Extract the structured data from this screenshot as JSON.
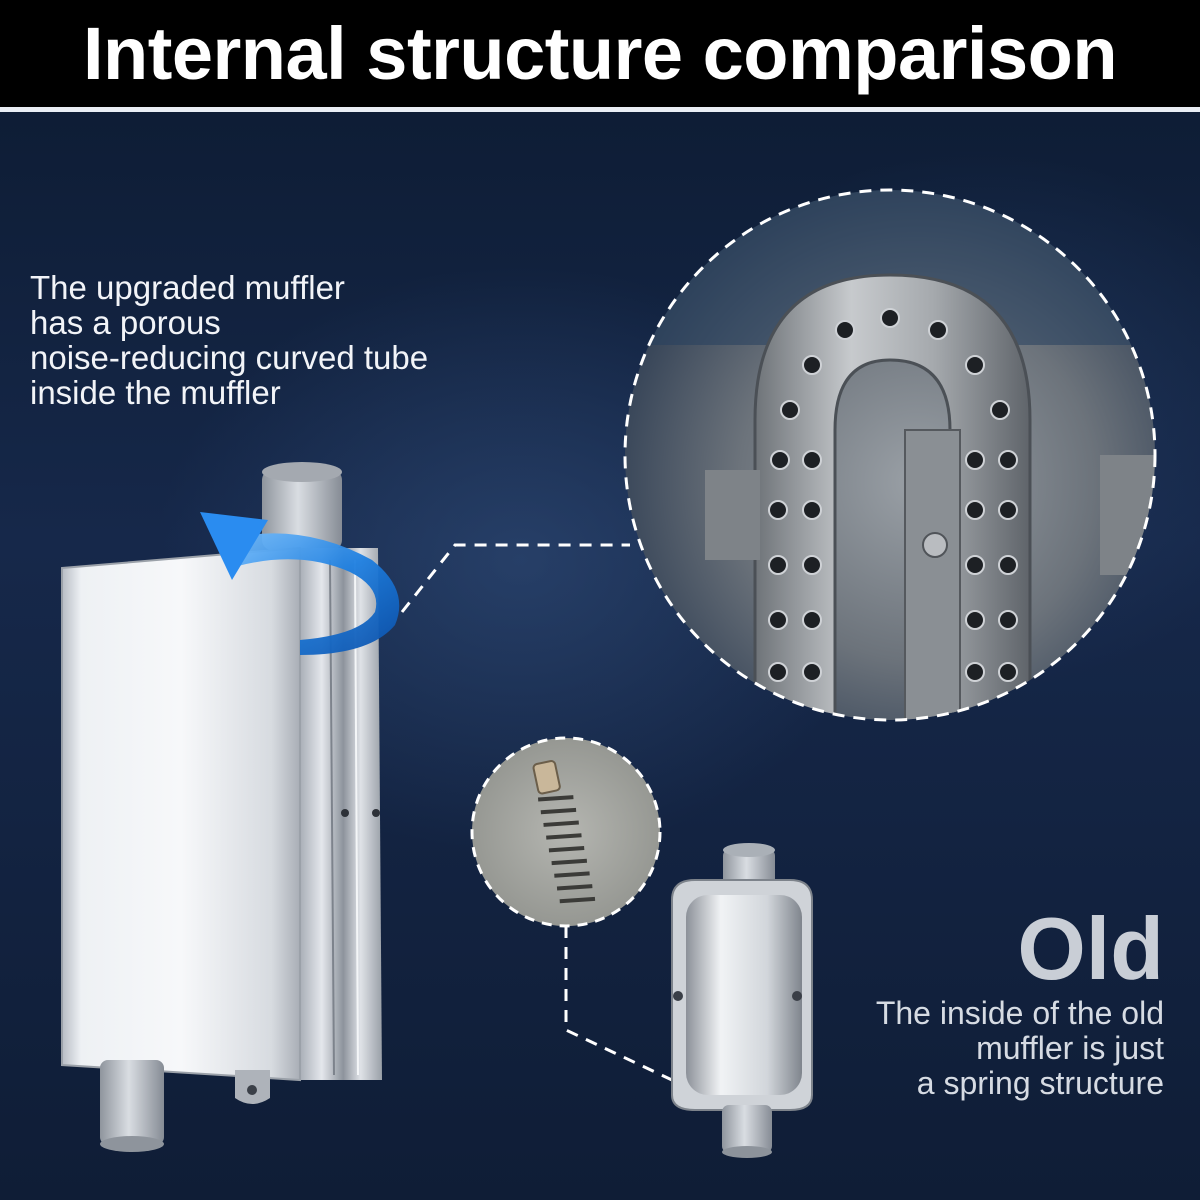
{
  "title": "Internal structure comparison",
  "upgraded": {
    "caption_lines": [
      "The upgraded muffler",
      "has a porous",
      "noise-reducing curved tube",
      "inside the muffler"
    ]
  },
  "old": {
    "label": "Old",
    "caption_lines": [
      "The inside of the old",
      "muffler is just",
      "a spring structure"
    ]
  },
  "colors": {
    "background": "#0e1c33",
    "title_bar": "#000000",
    "arrow_blue": "#1e7fe0",
    "steel": "#c8ccd2"
  },
  "icons": {
    "airflow_arrow": "curved-arrow-icon",
    "zoom_upgraded": "perforated-tube-detail",
    "zoom_old": "spring-detail"
  }
}
